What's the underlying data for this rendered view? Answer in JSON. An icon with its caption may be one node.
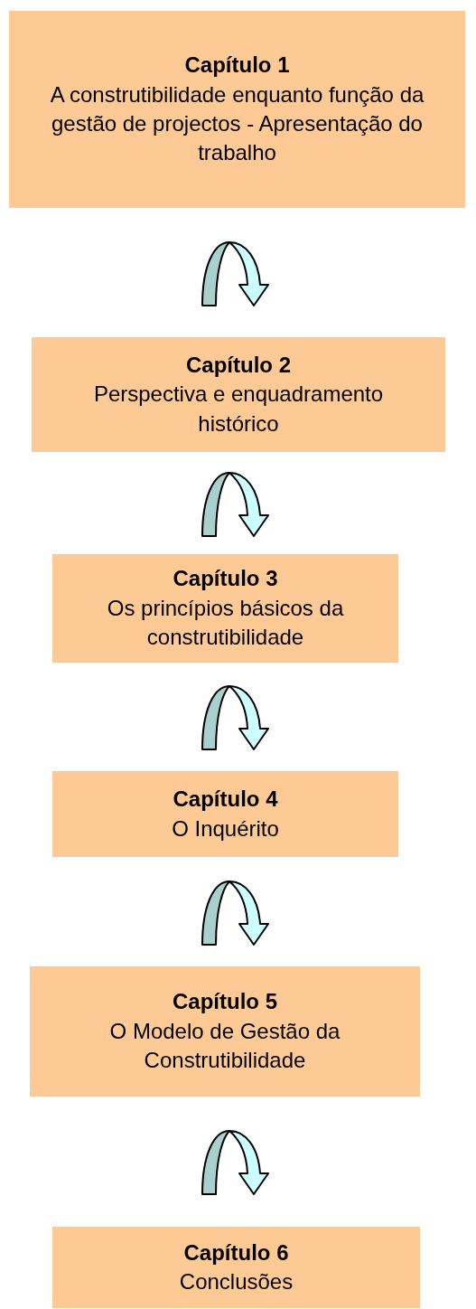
{
  "diagram": {
    "nodes": [
      {
        "text": [
          "Capítulo 1",
          "A construtibilidade enquanto função da gestão de projectos - Apresentação do trabalho"
        ]
      },
      {
        "text": [
          "Capítulo 2",
          "Perspectiva e enquadramento histórico"
        ]
      },
      {
        "text": [
          "Capítulo 3",
          "Os princípios básicos da construtibilidade"
        ]
      },
      {
        "text": [
          "Capítulo 4",
          "O Inquérito"
        ]
      },
      {
        "text": [
          "Capítulo 5",
          "O Modelo de Gestão da Construtibilidade"
        ]
      },
      {
        "text": [
          "Capítulo 6",
          "Conclusões"
        ]
      }
    ],
    "edges": [
      {
        "from": 0,
        "to": 1,
        "arrow": "to"
      },
      {
        "from": 1,
        "to": 2,
        "arrow": "to"
      },
      {
        "from": 2,
        "to": 3,
        "arrow": "to"
      },
      {
        "from": 3,
        "to": 4,
        "arrow": "to"
      },
      {
        "from": 4,
        "to": 5,
        "arrow": "to"
      }
    ]
  }
}
